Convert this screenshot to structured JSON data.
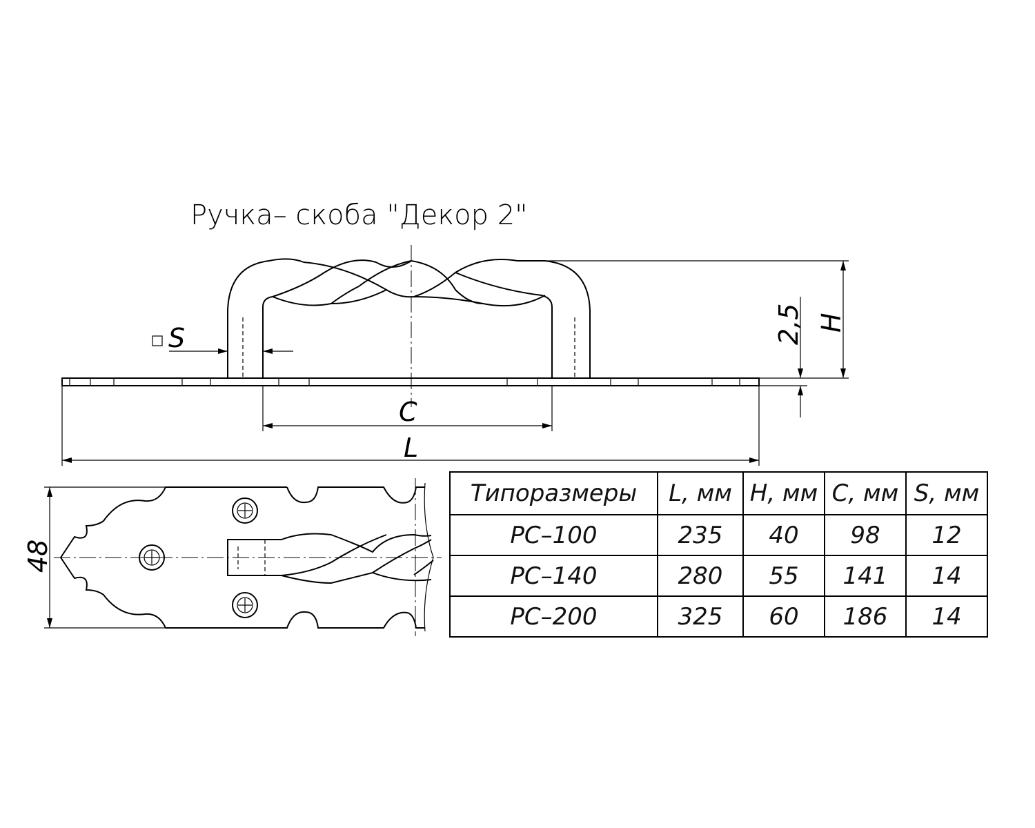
{
  "title": "Ручка– скоба \"Декор 2\"",
  "dimensions": {
    "S": "S",
    "H": "H",
    "thickness": "2,5",
    "C": "C",
    "L": "L",
    "width": "48"
  },
  "table": {
    "headers": [
      "Типоразмеры",
      "L, мм",
      "H, мм",
      "C, мм",
      "S, мм"
    ],
    "rows": [
      [
        "РС–100",
        "235",
        "40",
        "98",
        "12"
      ],
      [
        "РС–140",
        "280",
        "55",
        "141",
        "14"
      ],
      [
        "РС–200",
        "325",
        "60",
        "186",
        "14"
      ]
    ]
  }
}
